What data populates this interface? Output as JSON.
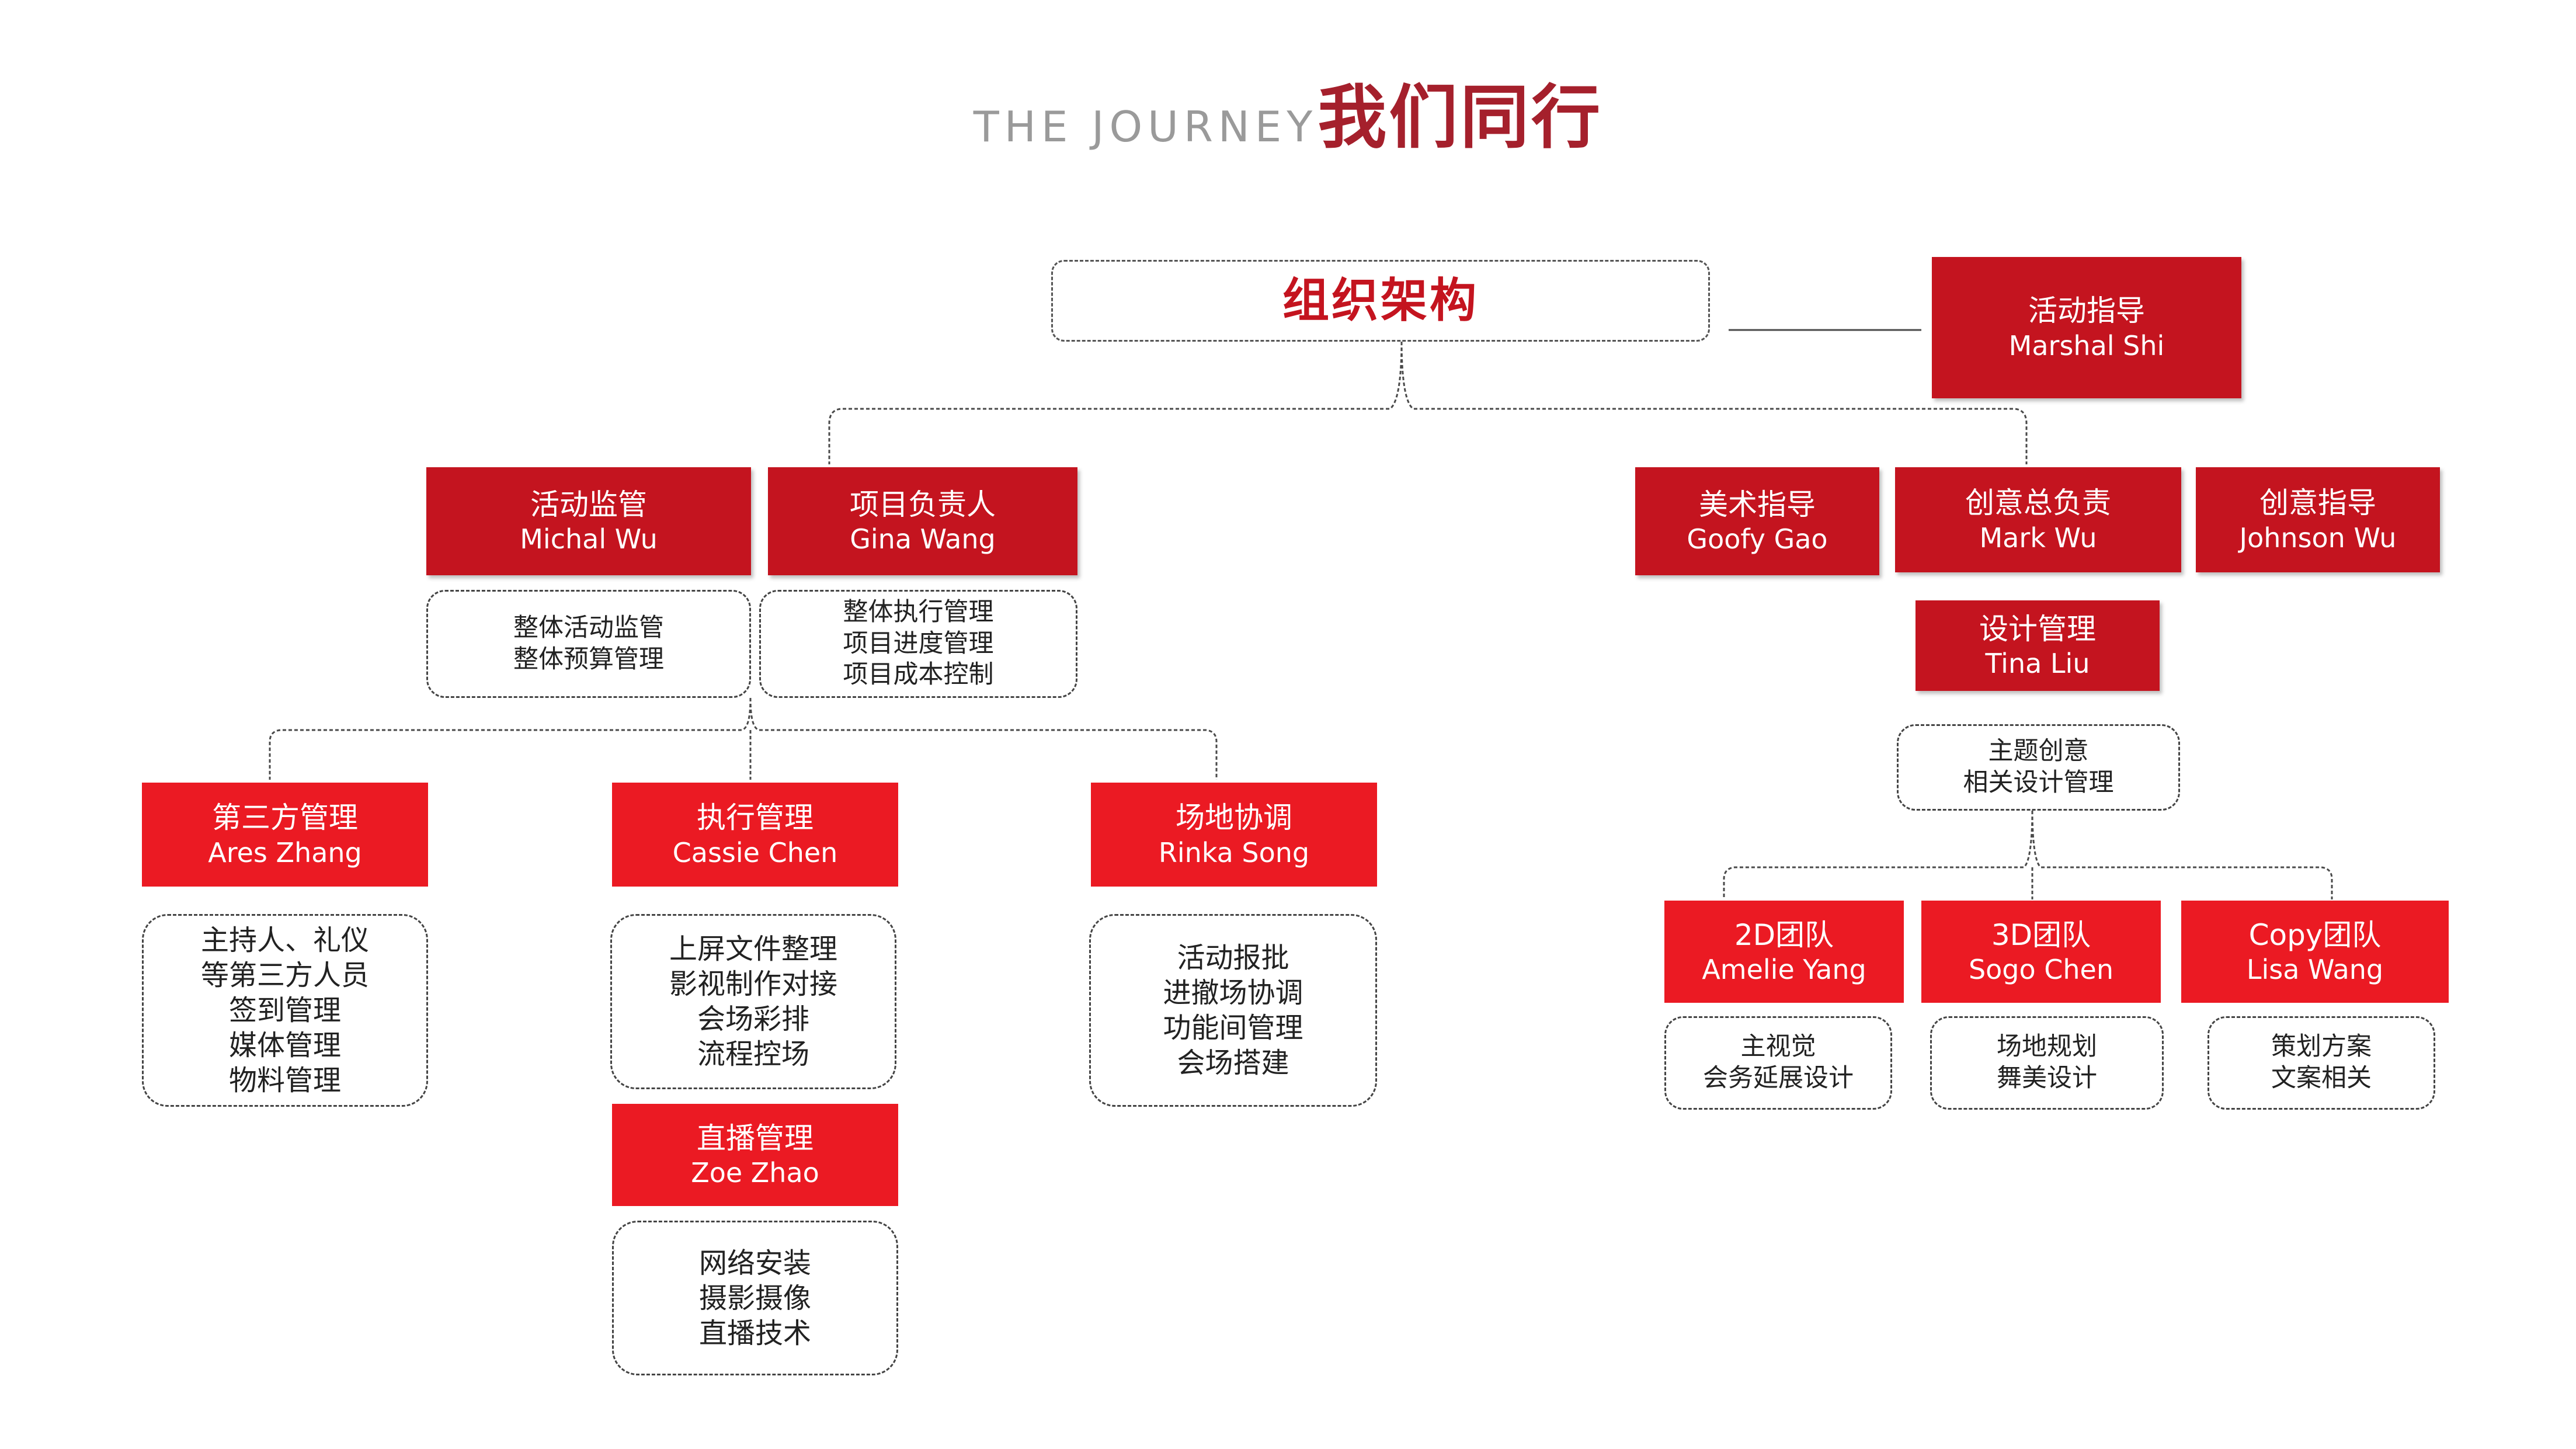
{
  "header": {
    "title_en": "THE  JOURNEY",
    "title_cn": "我们同行"
  },
  "colors": {
    "dark_red": "#c4141f",
    "bright_red": "#eb1a23",
    "title_red": "#a5202c",
    "title_gray": "#9a9a9a"
  },
  "org_root": "组织架构",
  "roles": {
    "advisor": {
      "title": "活动指导",
      "name": "Marshal Shi"
    },
    "supervisor": {
      "title": "活动监管",
      "name": "Michal Wu"
    },
    "project_lead": {
      "title": "项目负责人",
      "name": "Gina  Wang"
    },
    "art": {
      "title": "美术指导",
      "name": "Goofy Gao"
    },
    "creative_lead": {
      "title": "创意总负责",
      "name": "Mark Wu"
    },
    "creative_dir": {
      "title": "创意指导",
      "name": "Johnson Wu"
    },
    "design": {
      "title": "设计管理",
      "name": "Tina Liu"
    },
    "third_party": {
      "title": "第三方管理",
      "name": "Ares Zhang"
    },
    "execution": {
      "title": "执行管理",
      "name": "Cassie  Chen"
    },
    "venue": {
      "title": "场地协调",
      "name": "Rinka  Song"
    },
    "live": {
      "title": "直播管理",
      "name": "Zoe Zhao"
    },
    "team_2d": {
      "title": "2D团队",
      "name": "Amelie Yang"
    },
    "team_3d": {
      "title": "3D团队",
      "name": "Sogo Chen"
    },
    "team_copy": {
      "title": "Copy团队",
      "name": "Lisa Wang"
    }
  },
  "duties": {
    "supervisor": [
      "整体活动监管",
      "整体预算管理"
    ],
    "project_lead": [
      "整体执行管理",
      "项目进度管理",
      "项目成本控制"
    ],
    "design": [
      "主题创意",
      "相关设计管理"
    ],
    "third_party": [
      "主持人、礼仪",
      "等第三方人员",
      "签到管理",
      "媒体管理",
      "物料管理"
    ],
    "execution": [
      "上屏文件整理",
      "影视制作对接",
      "会场彩排",
      "流程控场"
    ],
    "venue": [
      "活动报批",
      "进撤场协调",
      "功能间管理",
      "会场搭建"
    ],
    "live": [
      "网络安装",
      "摄影摄像",
      "直播技术"
    ],
    "team_2d": [
      "主视觉",
      "会务延展设计"
    ],
    "team_3d": [
      "场地规划",
      "舞美设计"
    ],
    "team_copy": [
      "策划方案",
      "文案相关"
    ]
  }
}
